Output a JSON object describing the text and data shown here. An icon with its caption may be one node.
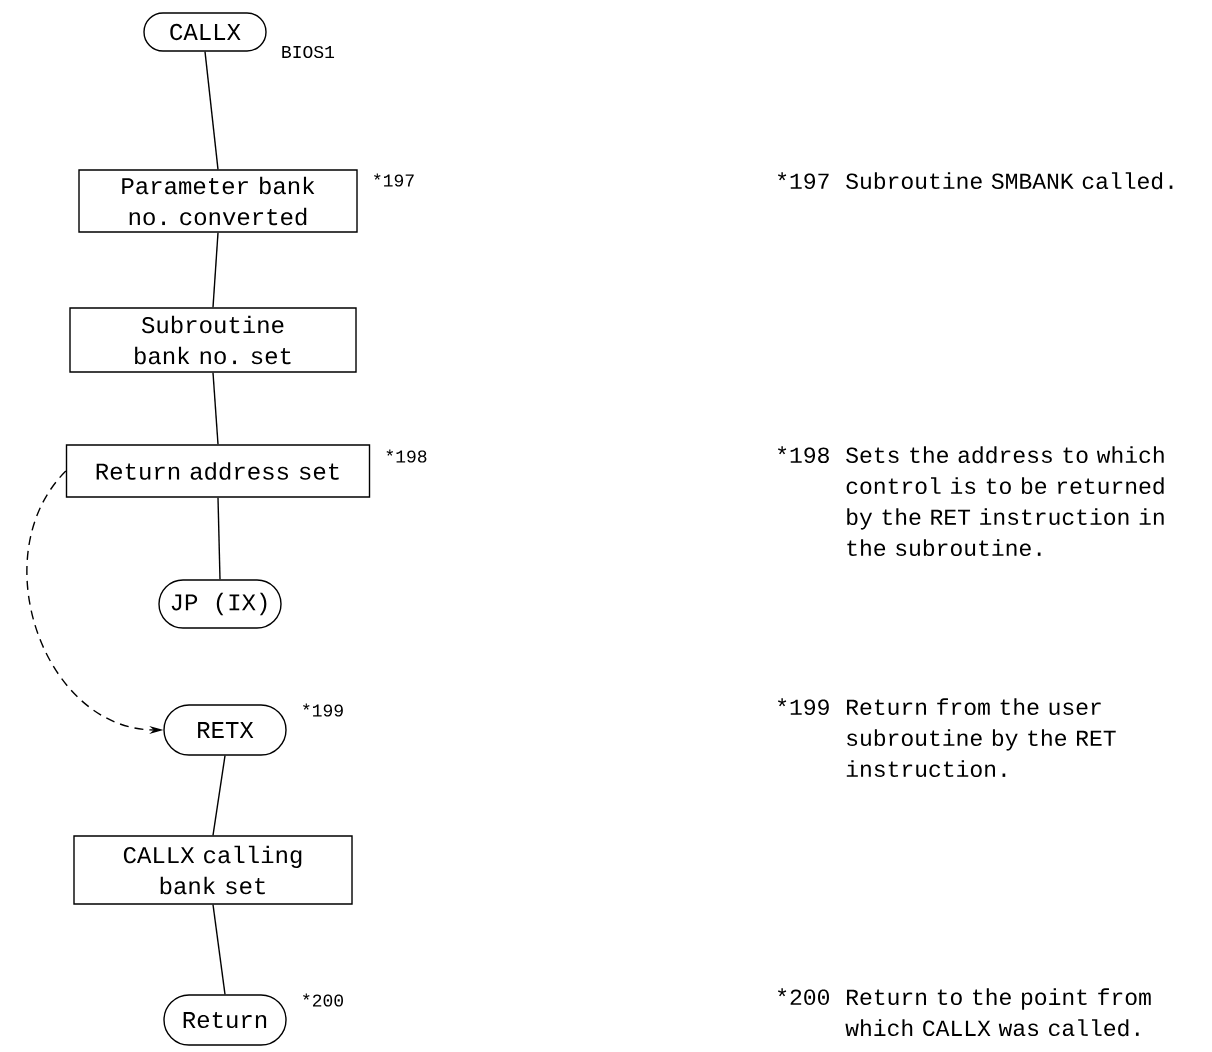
{
  "diagram": {
    "nodes": [
      {
        "text": [
          "CALLX"
        ],
        "beside": [
          "BIOS1"
        ]
      },
      {
        "text": [
          "Parameter bank no. converted"
        ],
        "beside": [
          "*197"
        ]
      },
      {
        "text": [
          "Subroutine bank no. set"
        ]
      },
      {
        "text": [
          "Return address set"
        ],
        "beside": [
          "*198"
        ]
      },
      {
        "text": [
          "JP (IX)"
        ]
      },
      {
        "text": [
          "RETX"
        ],
        "beside": [
          "*199"
        ]
      },
      {
        "text": [
          "CALLX calling bank set"
        ]
      },
      {
        "text": [
          "Return"
        ],
        "beside": [
          "*200"
        ]
      }
    ],
    "edges": [
      {
        "from": 0,
        "to": 1,
        "arrow": "none"
      },
      {
        "from": 1,
        "to": 2,
        "arrow": "none"
      },
      {
        "from": 2,
        "to": 3,
        "arrow": "none"
      },
      {
        "from": 3,
        "to": 4,
        "arrow": "none"
      },
      {
        "from": 3,
        "to": 5,
        "arrow": "to",
        "style": "dashed"
      },
      {
        "from": 5,
        "to": 6,
        "arrow": "none"
      },
      {
        "from": 6,
        "to": 7,
        "arrow": "none"
      }
    ],
    "labels": [
      "*197",
      "Subroutine SMBANK called.",
      "*198",
      "Sets the address to which control is to be returned by the RET instruction in the subroutine.",
      "*199",
      "Return from the user subroutine by the RET instruction.",
      "*200",
      "Return to the point from which CALLX was called."
    ]
  }
}
